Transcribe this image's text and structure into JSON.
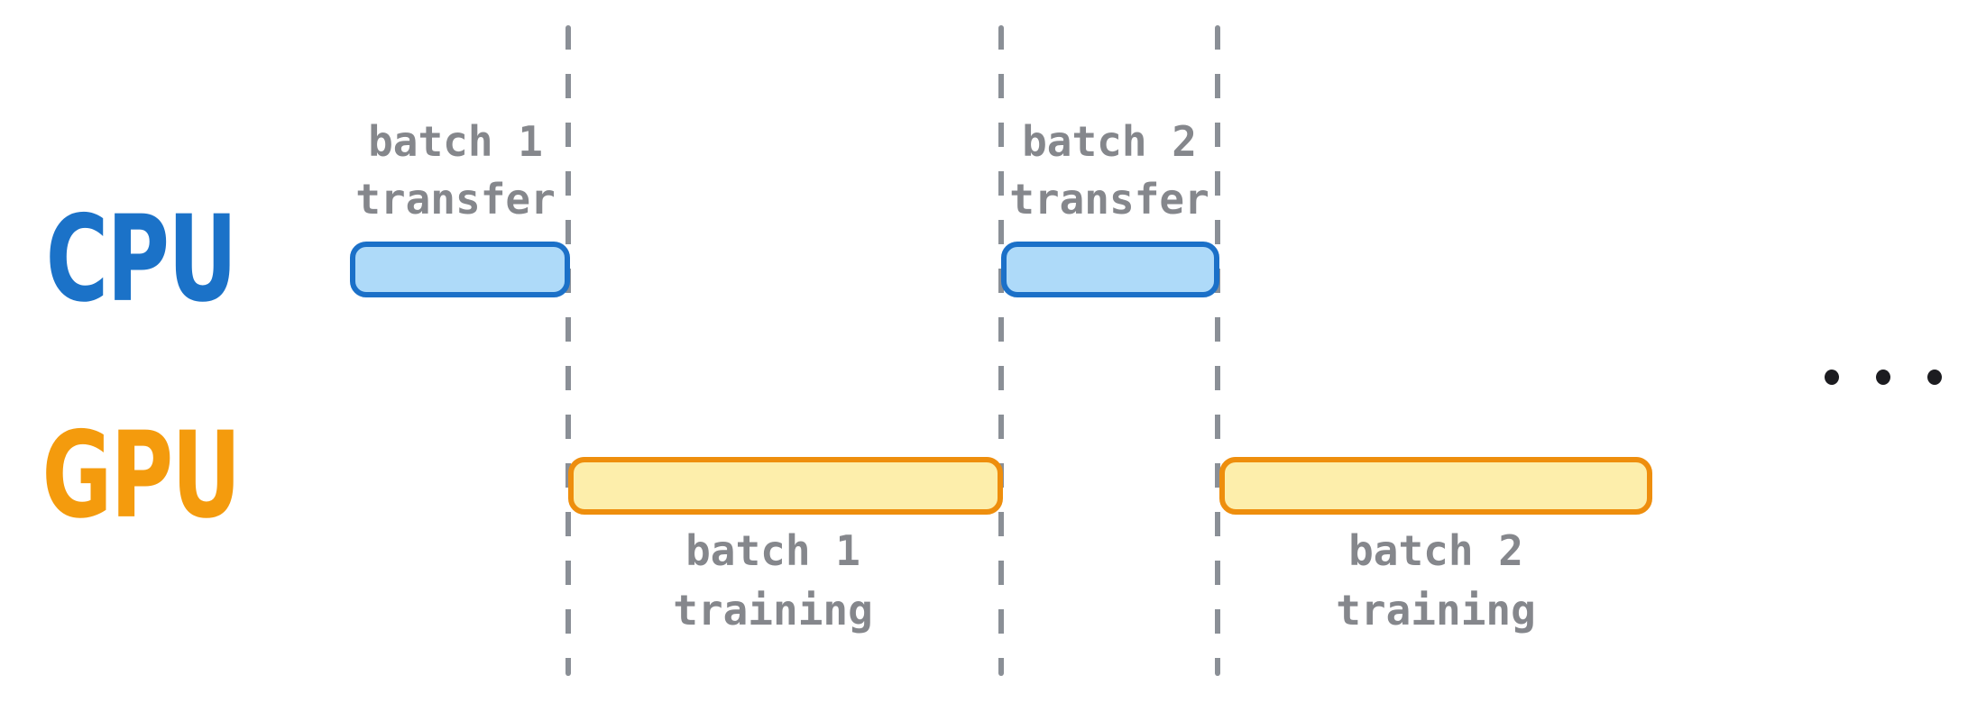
{
  "diagram": {
    "rows": [
      {
        "label": "CPU"
      },
      {
        "label": "GPU"
      }
    ],
    "events": [
      {
        "row": "CPU",
        "line1": "batch 1",
        "line2": "transfer",
        "label_position": "above-bar"
      },
      {
        "row": "CPU",
        "line1": "batch 2",
        "line2": "transfer",
        "label_position": "above-bar"
      },
      {
        "row": "GPU",
        "line1": "batch 1",
        "line2": "training",
        "label_position": "below-bar"
      },
      {
        "row": "GPU",
        "line1": "batch 2",
        "line2": "training",
        "label_position": "below-bar"
      }
    ],
    "ellipsis": {
      "dot_count": 3
    }
  },
  "colors": {
    "background": "#ffffff",
    "cpu_label_text": "#1b72c8",
    "gpu_label_text": "#f49b0d",
    "cpu_bar_fill": "#aedaf9",
    "cpu_bar_border": "#1b70c8",
    "gpu_bar_fill": "#fdeeab",
    "gpu_bar_border": "#ee8e0d",
    "dashed_line": "#8a8f96",
    "bar_label_text": "#85878c",
    "ellipsis_dot": "#1c1c20"
  }
}
